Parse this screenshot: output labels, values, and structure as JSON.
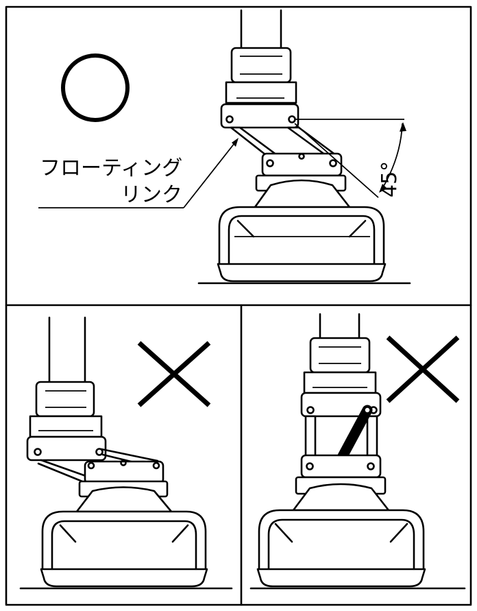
{
  "panels": {
    "top": {
      "mark": "○",
      "label_line1": "フローティング",
      "label_line2": "リンク",
      "angle": "45°"
    },
    "bottom_left": {
      "mark": "×"
    },
    "bottom_right": {
      "mark": "×"
    }
  }
}
